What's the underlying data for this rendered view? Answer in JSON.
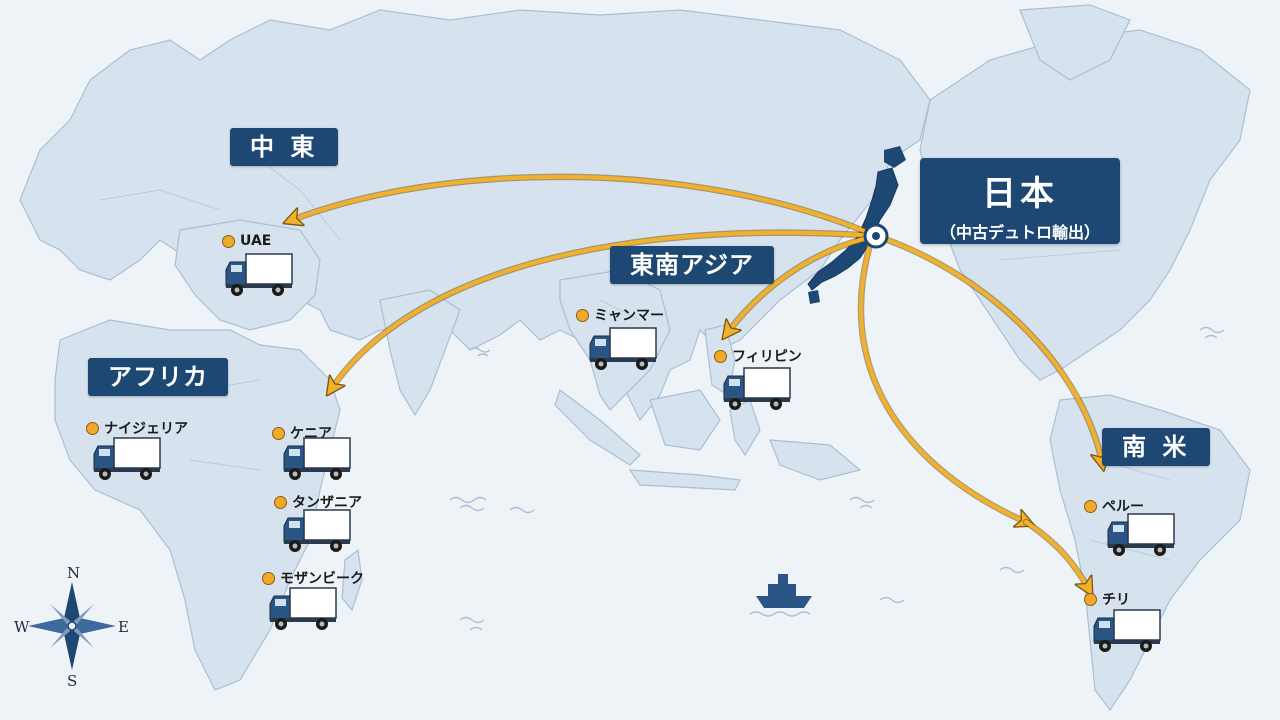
{
  "regions": {
    "middle_east": "中 東",
    "southeast_asia": "東南アジア",
    "africa": "アフリカ",
    "south_america": "南 米"
  },
  "japan": {
    "title": "日本",
    "subtitle": "（中古デュトロ輸出）"
  },
  "cities": {
    "uae": "UAE",
    "myanmar": "ミャンマー",
    "philippines": "フィリピン",
    "nigeria": "ナイジェリア",
    "kenya": "ケニア",
    "tanzania": "タンザニア",
    "mozambique": "モザンビーク",
    "peru": "ペルー",
    "chile": "チリ"
  },
  "compass": {
    "north": "N",
    "south": "S",
    "east": "E",
    "west": "W"
  },
  "icons": {
    "truck": "truck-icon",
    "ship": "ship-icon",
    "compass": "compass-icon",
    "origin": "origin-marker-icon"
  },
  "colors": {
    "ocean": "#eef3f8",
    "land": "#d6e2ee",
    "label_bg": "#1e4874",
    "route": "#f1b12a",
    "japan": "#1e4874"
  }
}
